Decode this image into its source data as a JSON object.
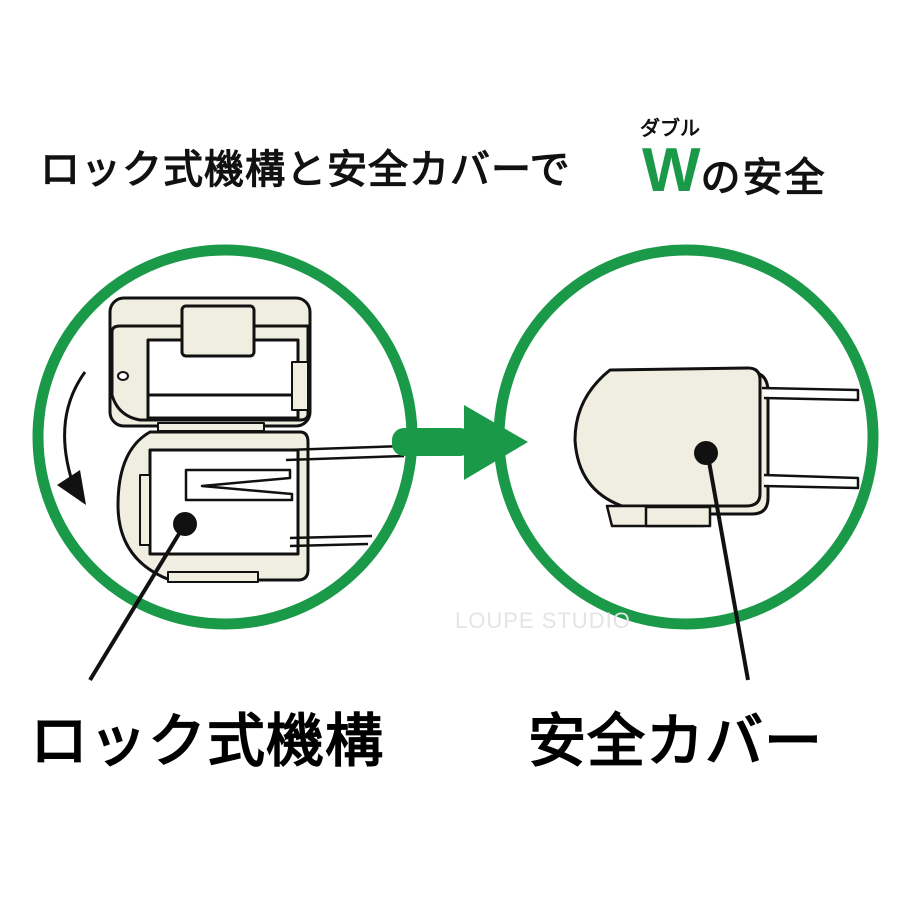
{
  "headline": {
    "main": "ロック式機構と安全カバーで",
    "ruby": "ダブル",
    "w_letter": "W",
    "suffix": "の安全"
  },
  "labels": {
    "left": "ロック式機構",
    "right": "安全カバー"
  },
  "watermark": "LOUPE STUDIO",
  "colors": {
    "accent_green": "#1a9a48",
    "device_fill": "#f0eee0",
    "outline": "#111111"
  },
  "icons": {
    "rotate_arrow": "curved-arrow-down",
    "transition_arrow": "arrow-right",
    "pointer_dot": "filled-circle"
  }
}
